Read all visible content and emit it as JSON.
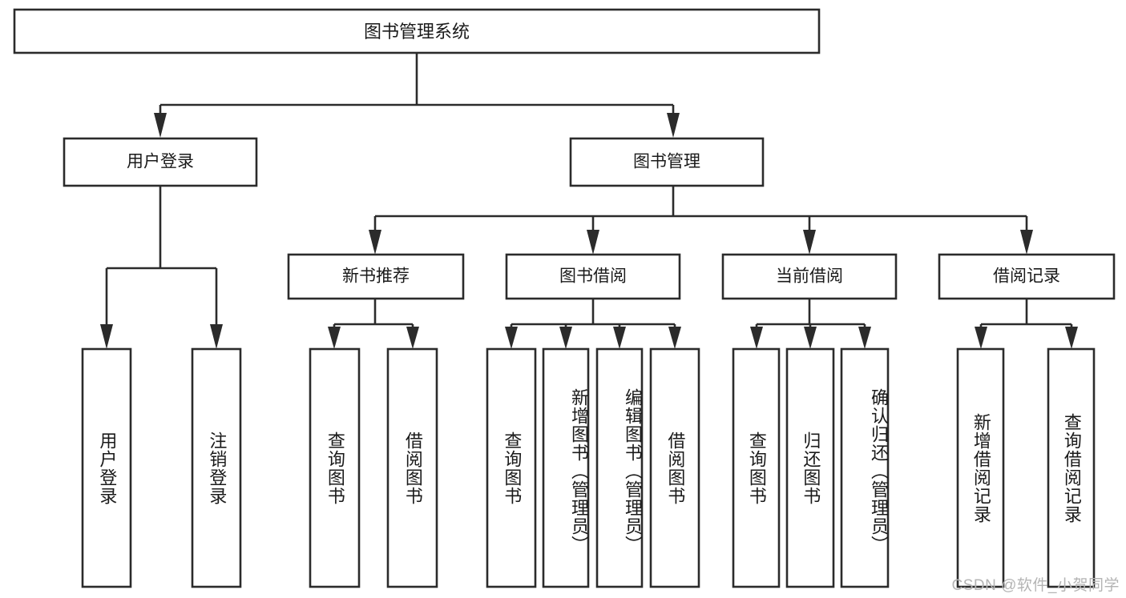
{
  "diagram": {
    "type": "tree-hierarchy-chart",
    "title": "图书管理系统",
    "orientation": "top-down",
    "box_fill": "#ffffff",
    "box_stroke": "#2b2b2b",
    "text_color": "#1a1a1a"
  },
  "root": {
    "label": "图书管理系统"
  },
  "level2": [
    {
      "label": "用户登录"
    },
    {
      "label": "图书管理"
    }
  ],
  "level3": [
    {
      "label": "新书推荐"
    },
    {
      "label": "图书借阅"
    },
    {
      "label": "当前借阅"
    },
    {
      "label": "借阅记录"
    }
  ],
  "leaves": {
    "user_login": [
      {
        "label": "用户登录"
      },
      {
        "label": "注销登录"
      }
    ],
    "new_book_recommend": [
      {
        "label": "查询图书"
      },
      {
        "label": "借阅图书"
      }
    ],
    "book_borrow": [
      {
        "label": "查询图书"
      },
      {
        "label": "新增图书（管理员）"
      },
      {
        "label": "编辑图书（管理员）"
      },
      {
        "label": "借阅图书"
      }
    ],
    "current_borrow": [
      {
        "label": "查询图书"
      },
      {
        "label": "归还图书"
      },
      {
        "label": "确认归还（管理员）"
      }
    ],
    "borrow_record": [
      {
        "label": "新增借阅记录"
      },
      {
        "label": "查询借阅记录"
      }
    ]
  },
  "watermark": {
    "text": "CSDN @软件_小贺同学",
    "color": "#b4b4b4"
  }
}
